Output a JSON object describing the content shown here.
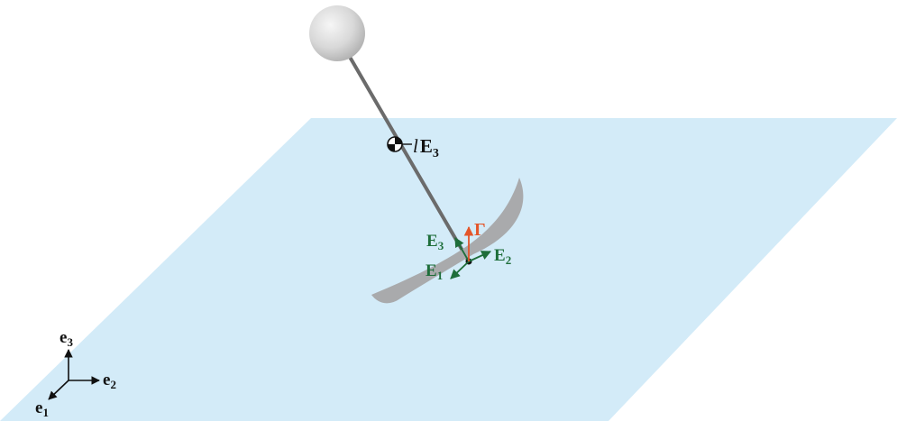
{
  "colors": {
    "plane": "#d3ebf8",
    "body": "#a9aaac",
    "rod": "#6b6b6b",
    "sphere_light": "#f4f4f4",
    "sphere_dark": "#bdbdbd",
    "body_frame": "#1e6e3a",
    "force": "#e4562a",
    "inertial_frame": "#111111"
  },
  "labels": {
    "com_main": "l",
    "com_bold": "E",
    "com_sub": "3",
    "force_label": "Γ",
    "body_E1_main": "E",
    "body_E1_sub": "1",
    "body_E2_main": "E",
    "body_E2_sub": "2",
    "body_E3_main": "E",
    "body_E3_sub": "3",
    "inertial_e1_main": "e",
    "inertial_e1_sub": "1",
    "inertial_e2_main": "e",
    "inertial_e2_sub": "2",
    "inertial_e3_main": "e",
    "inertial_e3_sub": "3"
  }
}
